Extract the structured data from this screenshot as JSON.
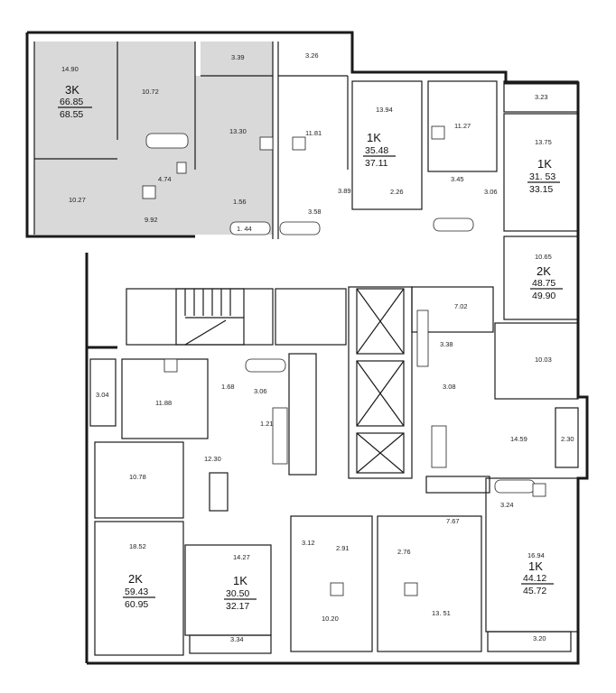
{
  "colors": {
    "wall": "#1a1a1a",
    "highlight": "#d9d9d9",
    "background": "#ffffff"
  },
  "rooms": [
    "14.90",
    "10.72",
    "3.39",
    "3.26",
    "3.23",
    "13.30",
    "11.81",
    "13.94",
    "11.27",
    "13.75",
    "4.74",
    "10.27",
    "9.92",
    "1.56",
    "1. 44",
    "3.58",
    "3.89",
    "2.26",
    "3.45",
    "3.06",
    "10.65",
    "7.02",
    "3.38",
    "3.08",
    "10.03",
    "14.59",
    "2.30",
    "3.04",
    "11.88",
    "1.68",
    "3.06",
    "1.21",
    "12.30",
    "10.78",
    "18.52",
    "7.67",
    "3.24",
    "16.94",
    "14.27",
    "3.12",
    "2.91",
    "2.76",
    "10.20",
    "13. 51",
    "3.34",
    "3.20"
  ],
  "apartments": [
    {
      "type": "3K",
      "total": "66.85",
      "gross": "68.55"
    },
    {
      "type": "1K",
      "total": "35.48",
      "gross": "37.11"
    },
    {
      "type": "1K",
      "total": "31. 53",
      "gross": "33.15"
    },
    {
      "type": "2K",
      "total": "48.75",
      "gross": "49.90"
    },
    {
      "type": "2K",
      "total": "59.43",
      "gross": "60.95"
    },
    {
      "type": "1K",
      "total": "30.50",
      "gross": "32.17"
    },
    {
      "type": "1K",
      "total": "44.12",
      "gross": "45.72"
    }
  ]
}
